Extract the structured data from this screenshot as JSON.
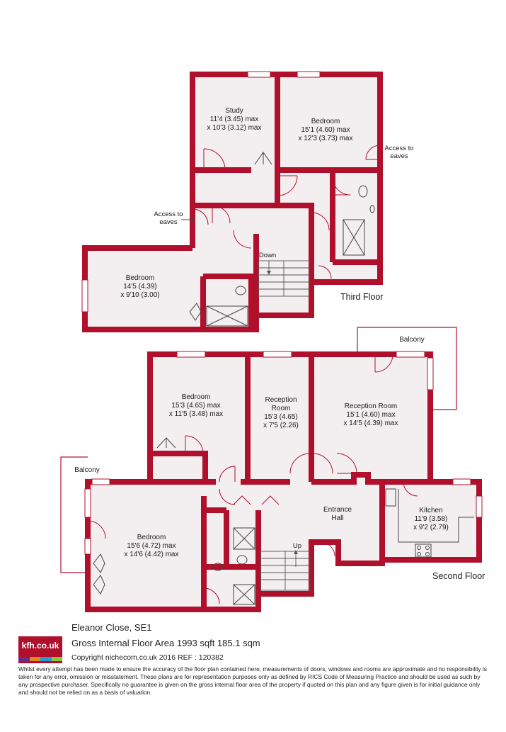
{
  "third_floor": {
    "floor_label": "Third Floor",
    "study": {
      "name": "Study",
      "dim1": "11'4 (3.45) max",
      "dim2": "x 10'3 (3.12) max"
    },
    "bedroom_top": {
      "name": "Bedroom",
      "dim1": "15'1 (4.60) max",
      "dim2": "x 12'3 (3.73) max"
    },
    "bedroom_left": {
      "name": "Bedroom",
      "dim1": "14'5 (4.39)",
      "dim2": "x 9'10 (3.00)"
    },
    "access_left": {
      "line1": "Access to",
      "line2": "eaves"
    },
    "access_right": {
      "line1": "Access to",
      "line2": "eaves"
    },
    "stairs_label": "Down"
  },
  "second_floor": {
    "floor_label": "Second Floor",
    "balcony_top": "Balcony",
    "balcony_left": "Balcony",
    "bedroom_mid": {
      "name": "Bedroom",
      "dim1": "15'3 (4.65) max",
      "dim2": "x 11'5 (3.48) max"
    },
    "reception_small": {
      "name1": "Reception",
      "name2": "Room",
      "dim1": "15'3 (4.65)",
      "dim2": "x 7'5 (2.26)"
    },
    "reception_large": {
      "name": "Reception Room",
      "dim1": "15'1 (4.60) max",
      "dim2": "x 14'5 (4.39) max"
    },
    "entrance": {
      "name1": "Entrance",
      "name2": "Hall"
    },
    "kitchen": {
      "name": "Kitchen",
      "dim1": "11'9 (3.58)",
      "dim2": "x 9'2 (2.79)"
    },
    "bedroom_big": {
      "name": "Bedroom",
      "dim1": "15'6 (4.72) max",
      "dim2": "x 14'6 (4.42) max"
    },
    "stairs_label": "Up"
  },
  "footer": {
    "logo": "kfh.co.uk",
    "logo_colors": [
      "#6a2c8a",
      "#e08a1e",
      "#2a9ad6",
      "#8cc63f"
    ],
    "address": "Eleanor Close, SE1",
    "area": "Gross Internal Floor Area 1993 sqft 185.1 sqm",
    "copyright": "Copyright nichecom.co.uk 2016 REF : 120382",
    "disclaimer": "Whilst every attempt has been made to ensure the accuracy of the floor plan contained here, measurements of doors, windows and rooms are approximate and no responsibility is taken for any error, omission or misstatement. These plans are for representation purposes only as defined by RICS Code of Measuring Practice and should be used as such by any prospective purchaser. Specifically no guarantee is given on the gross internal floor area of the property if quoted on this plan and any figure given is for initial guidance only and should not be relied on as a basis of valuation."
  }
}
